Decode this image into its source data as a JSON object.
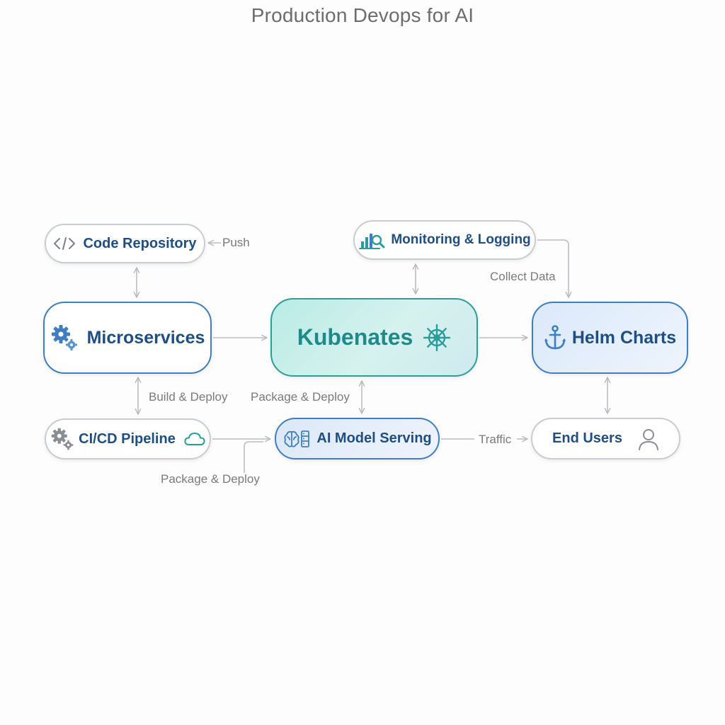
{
  "title": "Production Devops for AI",
  "nodes": {
    "code_repository": "Code Repository",
    "monitoring_logging": "Monitoring & Logging",
    "microservices": "Microservices",
    "kubenates": "Kubenates",
    "helm_charts": "Helm Charts",
    "cicd_pipeline": "CI/CD Pipeline",
    "ai_model_serving": "AI Model Serving",
    "end_users": "End Users"
  },
  "edge_labels": {
    "push": "Push",
    "collect_data": "Collect Data",
    "build_deploy": "Build & Deploy",
    "package_deploy_center": "Package & Deploy",
    "package_deploy_bottom": "Package & Deploy",
    "traffic": "Traffic"
  },
  "icons": {
    "code_repository": "code-brackets-icon",
    "monitoring_logging": "chart-magnifier-icon",
    "microservices": "gears-icon",
    "kubenates": "ship-wheel-icon",
    "helm_charts": "anchor-icon",
    "cicd_pipeline": [
      "gears-icon",
      "cloud-icon"
    ],
    "ai_model_serving": "brain-server-icon",
    "end_users": "user-icon"
  },
  "colors": {
    "title": "#6d6d6d",
    "node_text": "#1f4e82",
    "kube_text": "#1f8a8a",
    "kube_border": "#2e9d97",
    "accent_blue": "#3f7fc1",
    "connector": "#b5b8bd",
    "edge_label": "#7a7a7a"
  }
}
